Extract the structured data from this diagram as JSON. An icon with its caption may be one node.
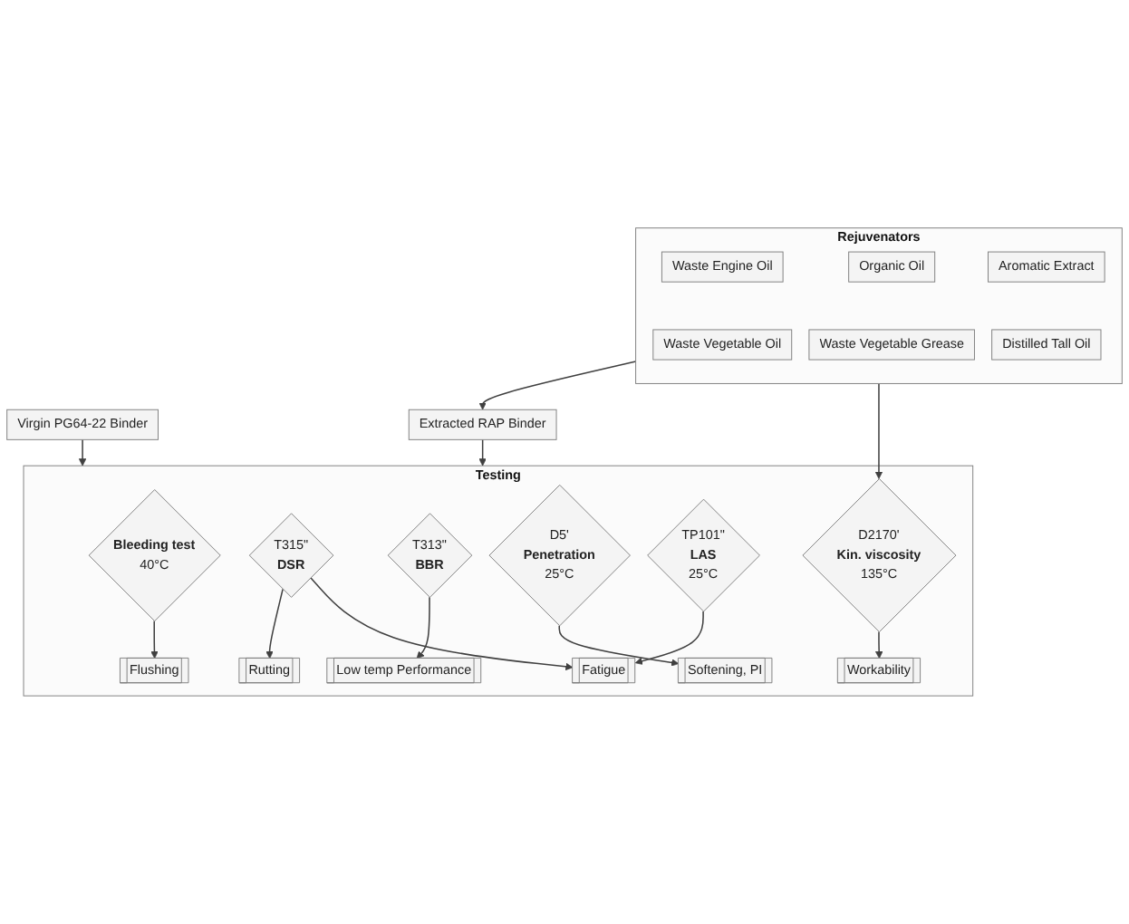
{
  "diagram": {
    "nodes": [
      {
        "text": [
          "Rejuvenators"
        ]
      },
      {
        "text": [
          "Waste Engine Oil"
        ],
        "in": 0
      },
      {
        "text": [
          "Organic Oil"
        ],
        "in": 0
      },
      {
        "text": [
          "Aromatic Extract"
        ],
        "in": 0
      },
      {
        "text": [
          "Waste Vegetable Oil"
        ],
        "in": 0
      },
      {
        "text": [
          "Waste Vegetable Grease"
        ],
        "in": 0
      },
      {
        "text": [
          "Distilled Tall Oil"
        ],
        "in": 0
      },
      {
        "text": [
          "Virgin PG64-22 Binder"
        ]
      },
      {
        "text": [
          "Extracted RAP Binder"
        ]
      },
      {
        "text": [
          "Testing"
        ]
      },
      {
        "text": [
          "Bleeding test",
          "40°C"
        ],
        "in": 9
      },
      {
        "text": [
          "T315\"",
          "DSR"
        ],
        "in": 9
      },
      {
        "text": [
          "T313\"",
          "BBR"
        ],
        "in": 9
      },
      {
        "text": [
          "D5'",
          "Penetration",
          "25°C"
        ],
        "in": 9
      },
      {
        "text": [
          "TP101\"",
          "LAS",
          "25°C"
        ],
        "in": 9
      },
      {
        "text": [
          "D2170'",
          "Kin. viscosity",
          "135°C"
        ],
        "in": 9
      },
      {
        "text": [
          "Softening, PI"
        ],
        "in": 9
      },
      {
        "text": [
          "Fatigue"
        ],
        "in": 9
      },
      {
        "text": [
          "Workability"
        ],
        "in": 9
      },
      {
        "text": [
          "Flushing"
        ],
        "in": 9
      },
      {
        "text": [
          "Rutting"
        ],
        "in": 9
      },
      {
        "text": [
          "Low temp Performance"
        ],
        "in": 9
      }
    ],
    "edges": [
      {
        "from": 0,
        "to": 8,
        "arrow": "to"
      },
      {
        "from": 0,
        "to": 15,
        "arrow": "to"
      },
      {
        "from": 7,
        "to": 9,
        "arrow": "to"
      },
      {
        "from": 8,
        "to": 9,
        "arrow": "to"
      },
      {
        "from": 10,
        "to": 19,
        "arrow": "to"
      },
      {
        "from": 13,
        "to": 16,
        "arrow": "to"
      },
      {
        "from": 11,
        "to": 20,
        "arrow": "to"
      },
      {
        "from": 11,
        "to": 17,
        "arrow": "to"
      },
      {
        "from": 14,
        "to": 17,
        "arrow": "to"
      },
      {
        "from": 12,
        "to": 21,
        "arrow": "to"
      },
      {
        "from": 15,
        "to": 18,
        "arrow": "to"
      }
    ]
  }
}
